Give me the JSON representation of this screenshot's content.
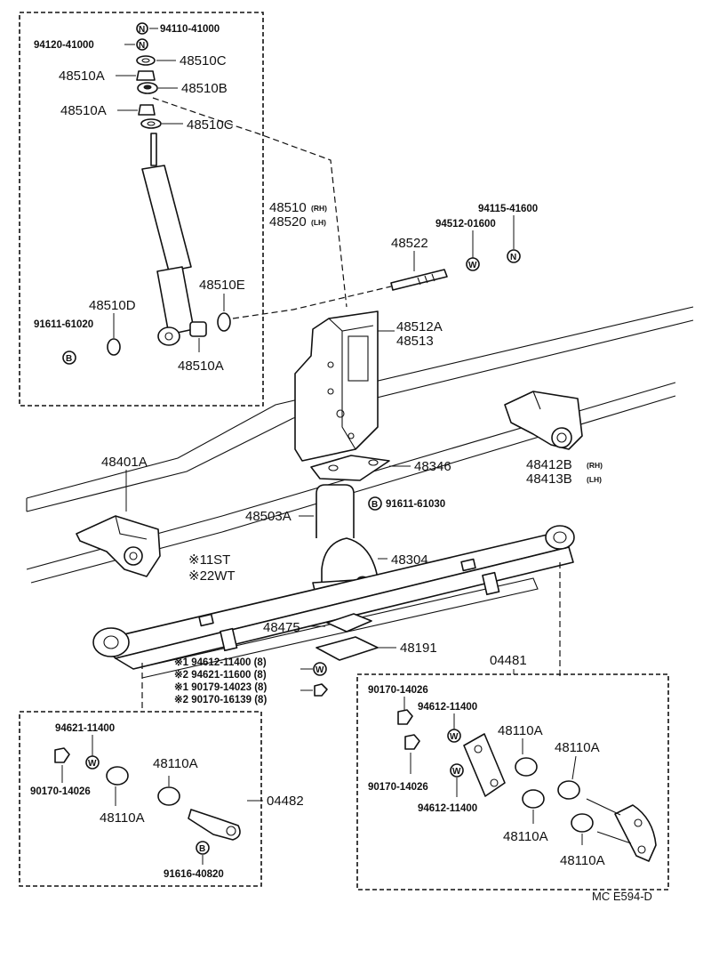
{
  "labels": {
    "p94110_41000": "94110-41000",
    "p94120_41000": "94120-41000",
    "p48510C_a": "48510C",
    "p48510A_a": "48510A",
    "p48510B": "48510B",
    "p48510A_b": "48510A",
    "p48510C_b": "48510C",
    "p48510": "48510",
    "p48520": "48520",
    "rh": "(RH)",
    "lh": "(LH)",
    "p48510E": "48510E",
    "p48510D": "48510D",
    "p91611_61020": "91611-61020",
    "p48510A_c": "48510A",
    "p94115_41600": "94115-41600",
    "p94512_01600": "94512-01600",
    "p48522": "48522",
    "p48512A": "48512A",
    "p48513": "48513",
    "p48412B": "48412B",
    "p48413B": "48413B",
    "p48401A": "48401A",
    "p48346": "48346",
    "p48503A": "48503A",
    "p91611_61030": "91611-61030",
    "note1": "1ST",
    "note2": "2WT",
    "p48304": "48304",
    "p48475": "48475",
    "p48191": "48191",
    "p04481": "04481",
    "c1_94612": "94612-11400 (8)",
    "c2_94621": "94621-11600 (8)",
    "c1_90179": "90179-14023 (8)",
    "c2_90170": "90170-16139 (8)",
    "l_94621_11400": "94621-11400",
    "l_90170_14026": "90170-14026",
    "l_48110A_1": "48110A",
    "l_48110A_2": "48110A",
    "p04482": "04482",
    "l_91616_40820": "91616-40820",
    "r_90170_14026_a": "90170-14026",
    "r_94612_11400_a": "94612-11400",
    "r_48110A_1": "48110A",
    "r_48110A_2": "48110A",
    "r_90170_14026_b": "90170-14026",
    "r_94612_11400_b": "94612-11400",
    "r_48110A_3": "48110A",
    "r_48110A_4": "48110A",
    "code": "MC  E594-D"
  },
  "callouts": {
    "n": "N",
    "w": "W",
    "b": "B",
    "star1": "※1",
    "star2": "※2"
  }
}
